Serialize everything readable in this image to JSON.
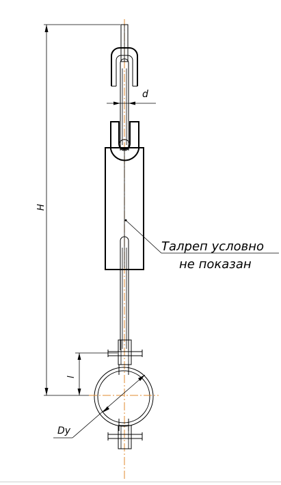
{
  "drawing": {
    "dimension_H": "H",
    "dimension_d": "d",
    "dimension_l": "l",
    "dimension_Dy": "Dy",
    "note_line1": "Талреп условно",
    "note_line2": "не показан",
    "colors": {
      "line": "#000000",
      "axis": "#e08a2c"
    }
  }
}
